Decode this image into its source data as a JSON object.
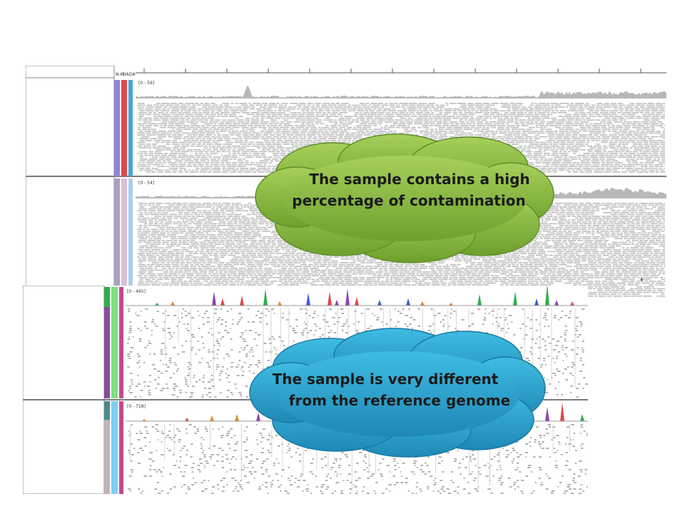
{
  "top_viewer": {
    "column_header_glyphs": [
      "N-W",
      "DA",
      "DA"
    ],
    "tracks": [
      {
        "range_label": "[0 - 59]"
      },
      {
        "range_label": "[0 - 54]"
      }
    ]
  },
  "bottom_viewer": {
    "tracks": [
      {
        "range_label": "[0 - 465]"
      },
      {
        "range_label": "[0 - 718]"
      }
    ]
  },
  "callouts": {
    "contamination": {
      "line1": "The sample contains a high",
      "line2": "percentage of contamination",
      "fill_color": "#8cc040"
    },
    "reference_difference": {
      "line1": "The sample is very different",
      "line2": "from the reference genome",
      "fill_color": "#2aa6d0"
    }
  },
  "colors": {
    "track_strip_purple": "#8e84d6",
    "track_strip_red": "#e04848",
    "track_strip_blue": "#4aa3d8",
    "track_strip_green": "#2fae4a",
    "track_strip_light_green": "#7fe07f",
    "track_strip_magenta": "#c04a90",
    "coverage_gray": "#b8b8b8"
  }
}
